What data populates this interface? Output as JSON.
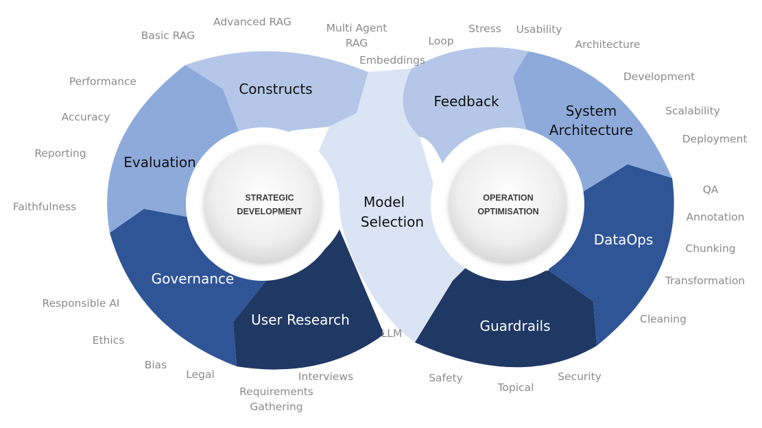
{
  "colors": {
    "lightest": "#dbe4f5",
    "light": "#b4c7e8",
    "medium": "#8eaadb",
    "dark": "#2f5597",
    "darkest": "#203864",
    "hub_fill": "#f2f2f2",
    "outer_text": "#8a8a8a"
  },
  "hubs": {
    "left": {
      "line1": "STRATEGIC",
      "line2": "DEVELOPMENT"
    },
    "right": {
      "line1": "OPERATION",
      "line2": "OPTIMISATION"
    }
  },
  "segments": {
    "constructs": "Constructs",
    "evaluation": "Evaluation",
    "governance": "Governance",
    "user_research": "User Research",
    "model_selection": {
      "line1": "Model",
      "line2": "Selection"
    },
    "feedback": "Feedback",
    "system_architecture": {
      "line1": "System",
      "line2": "Architecture"
    },
    "dataops": "DataOps",
    "guardrails": "Guardrails"
  },
  "outer_labels": {
    "basic_rag": "Basic RAG",
    "advanced_rag": "Advanced RAG",
    "multi_agent_rag": {
      "line1": "Multi Agent",
      "line2": "RAG"
    },
    "embeddings": "Embeddings",
    "performance": "Performance",
    "accuracy": "Accuracy",
    "reporting": "Reporting",
    "faithfulness": "Faithfulness",
    "responsible_ai": "Responsible AI",
    "ethics": "Ethics",
    "bias": "Bias",
    "legal": "Legal",
    "interviews": "Interviews",
    "requirements_gathering": {
      "line1": "Requirements",
      "line2": "Gathering"
    },
    "llm": "LLM",
    "loop": "Loop",
    "stress": "Stress",
    "usability": "Usability",
    "architecture": "Architecture",
    "development": "Development",
    "scalability": "Scalability",
    "deployment": "Deployment",
    "qa": "QA",
    "annotation": "Annotation",
    "chunking": "Chunking",
    "transformation": "Transformation",
    "cleaning": "Cleaning",
    "safety": "Safety",
    "topical": "Topical",
    "security": "Security"
  }
}
